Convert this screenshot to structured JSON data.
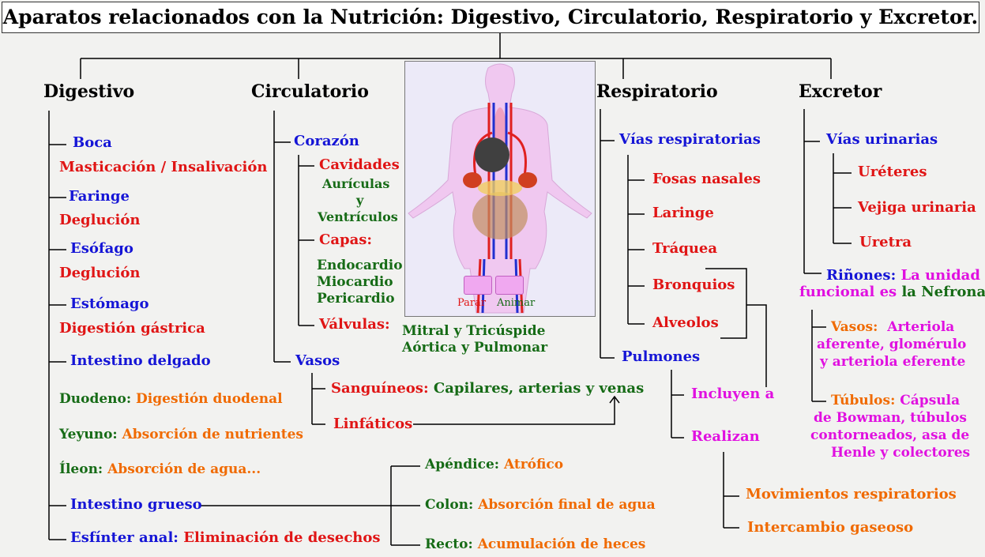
{
  "title": "Aparatos relacionados con la Nutrición: Digestivo, Circulatorio, Respiratorio y Excretor.",
  "digestivo": {
    "heading": "Digestivo",
    "boca": "Boca",
    "boca_fn": "Masticación / Insalivación",
    "faringe": "Faringe",
    "faringe_fn": "Deglución",
    "esofago": "Esófago",
    "esofago_fn": "Deglución",
    "estomago": "Estómago",
    "estomago_fn": "Digestión gástrica",
    "int_delgado": "Intestino delgado",
    "duodeno": "Duodeno:",
    "duodeno_fn": "Digestión duodenal",
    "yeyuno": "Yeyuno:",
    "yeyuno_fn": "Absorción de nutrientes",
    "ileon": "Íleon:",
    "ileon_fn": "Absorción de agua...",
    "int_grueso": "Intestino grueso",
    "apendice": "Apéndice:",
    "apendice_fn": "Atrófico",
    "colon": "Colon:",
    "colon_fn": "Absorción final de agua",
    "recto": "Recto:",
    "recto_fn": "Acumulación de heces",
    "esfinter": "Esfínter anal:",
    "esfinter_fn": "Eliminación de desechos"
  },
  "circulatorio": {
    "heading": "Circulatorio",
    "corazon": "Corazón",
    "cavidades": "Cavidades",
    "cav_1": "Aurículas",
    "cav_2": "y",
    "cav_3": "Ventrículos",
    "capas": "Capas:",
    "capa_1": "Endocardio",
    "capa_2": "Miocardio",
    "capa_3": "Pericardio",
    "valvulas": "Válvulas:",
    "valv_1": "Mitral y Tricúspide",
    "valv_2": "Aórtica y Pulmonar",
    "vasos": "Vasos",
    "sanguineos": "Sanguíneos:",
    "sanguineos_fn": "Capilares, arterias y venas",
    "linfaticos": "Linfáticos"
  },
  "figure": {
    "stop_label": "Parar",
    "play_label": "Animar"
  },
  "respiratorio": {
    "heading": "Respiratorio",
    "vias": "Vías respiratorias",
    "fosas": "Fosas nasales",
    "laringe": "Laringe",
    "traquea": "Tráquea",
    "bronquios": "Bronquios",
    "alveolos": "Alveolos",
    "pulmones": "Pulmones",
    "incluyen": "Incluyen a",
    "realizan": "Realizan",
    "mov": "Movimientos respiratorios",
    "inter": "Intercambio gaseoso"
  },
  "excretor": {
    "heading": "Excretor",
    "vias": "Vías urinarias",
    "ureteres": "Uréteres",
    "vejiga": "Vejiga urinaria",
    "uretra": "Uretra",
    "rinones": "Riñones:",
    "rin_1": "La unidad",
    "rin_2a": "funcional es",
    "rin_2b": "la Nefrona",
    "vasos": "Vasos:",
    "vasos_1": "Arteriola",
    "vasos_2": "aferente, glomérulo",
    "vasos_3": "y arteriola eferente",
    "tubulos": "Túbulos:",
    "tub_1": "Cápsula",
    "tub_2": "de Bowman, túbulos",
    "tub_3": "contorneados, asa de",
    "tub_4": "Henle y colectores"
  }
}
